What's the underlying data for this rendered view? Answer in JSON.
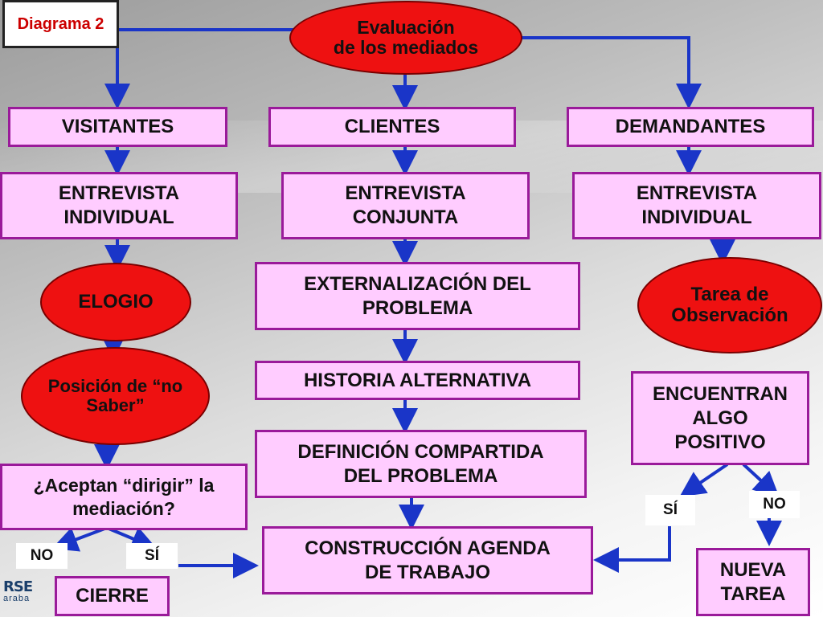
{
  "header": {
    "diagram_label": "Diagrama 2"
  },
  "root": {
    "label": "Evaluación\nde los mediados"
  },
  "columns": {
    "left": {
      "category": "VISITANTES",
      "interview": "ENTREVISTA\nINDIVIDUAL",
      "step1": "ELOGIO",
      "step2": "Posición de “no\nSaber”",
      "question": "¿Aceptan “dirigir” la\nmediación?",
      "no_label": "NO",
      "yes_label": "SÍ",
      "end": "CIERRE"
    },
    "center": {
      "category": "CLIENTES",
      "interview": "ENTREVISTA\nCONJUNTA",
      "step1": "EXTERNALIZACIÓN DEL\nPROBLEMA",
      "step2": "HISTORIA ALTERNATIVA",
      "step3": "DEFINICIÓN COMPARTIDA\nDEL  PROBLEMA",
      "step4": "CONSTRUCCIÓN AGENDA\nDE TRABAJO"
    },
    "right": {
      "category": "DEMANDANTES",
      "interview": "ENTREVISTA\nINDIVIDUAL",
      "step1": "Tarea de\nObservación",
      "question": "ENCUENTRAN\nALGO\nPOSITIVO",
      "yes_label": "SÍ",
      "no_label": "NO",
      "end": "NUEVA\nTAREA"
    }
  },
  "logo": {
    "mark": "RSE",
    "sub": "araba"
  },
  "colors": {
    "box_fill": "#ffccff",
    "box_border": "#9a1a9a",
    "oval_fill": "#ee1111",
    "arrow": "#1a35c8"
  }
}
